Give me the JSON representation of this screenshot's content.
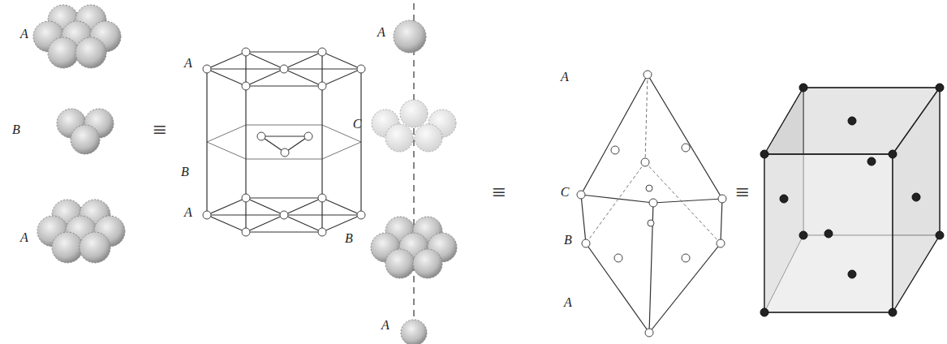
{
  "diagram": {
    "labels": [
      "A",
      "B",
      "A",
      "A",
      "B",
      "A",
      "≡",
      "A",
      "C",
      "B",
      "A",
      "≡",
      "A",
      "C",
      "B",
      "A",
      "≡"
    ]
  }
}
